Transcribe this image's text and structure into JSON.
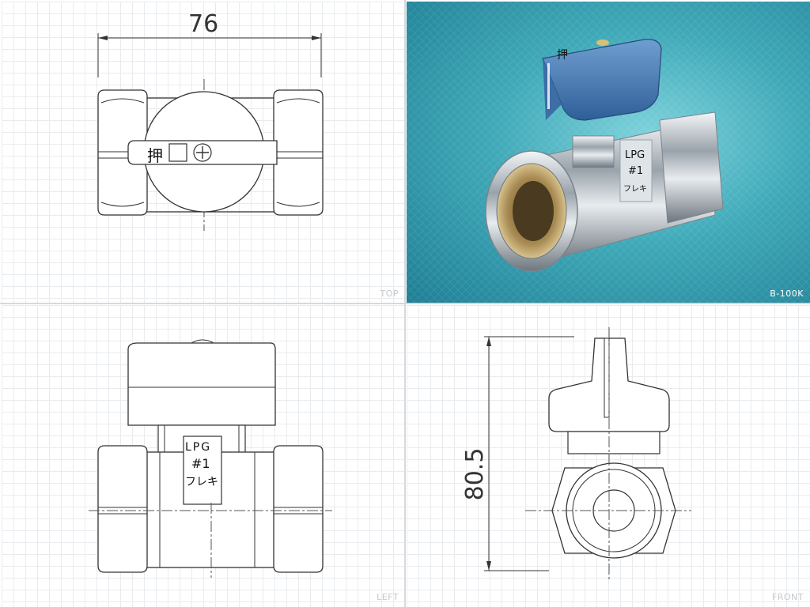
{
  "top_view": {
    "caption": "TOP",
    "dimension": "76",
    "handle_mark": "押"
  },
  "photo": {
    "caption": "B-100K",
    "handle_mark": "押",
    "body_stamp": [
      "LPG",
      "#1",
      "フレキ"
    ],
    "colors": {
      "handle": "#4a7fb8",
      "background": "#3fa9b8",
      "body": "#c9ced4"
    }
  },
  "left_view": {
    "caption": "LEFT",
    "stamp_lines": [
      "LPG",
      "#1",
      "フレキ"
    ]
  },
  "front_view": {
    "caption": "FRONT",
    "dimension": "80.5"
  }
}
